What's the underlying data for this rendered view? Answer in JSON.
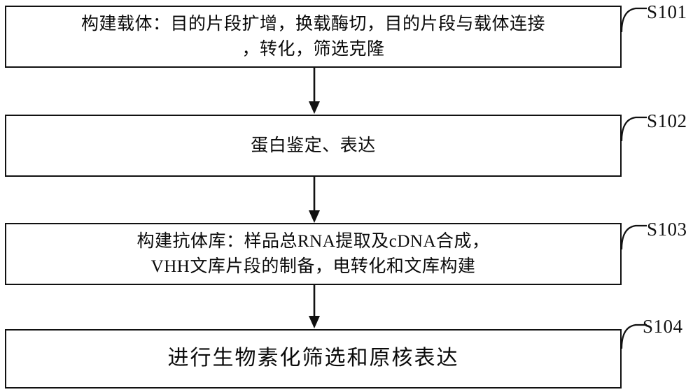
{
  "diagram": {
    "type": "flowchart",
    "orientation": "vertical",
    "background_color": "#ffffff",
    "line_color": "#111111",
    "text_color": "#0a0a0a",
    "steps": [
      {
        "id": "S101",
        "label": "S101",
        "text": "构建载体：目的片段扩增，换载酶切，目的片段与载体连接\n，转化，筛选克隆",
        "lines": [
          "构建载体：目的片段扩增，换载酶切，目的片段与载体连接",
          "，转化，筛选克隆"
        ]
      },
      {
        "id": "S102",
        "label": "S102",
        "text": "蛋白鉴定、表达",
        "lines": [
          "蛋白鉴定、表达"
        ]
      },
      {
        "id": "S103",
        "label": "S103",
        "text": "构建抗体库：样品总RNA提取及cDNA合成，\nVHH文库片段的制备，电转化和文库构建",
        "lines": [
          "构建抗体库：样品总RNA提取及cDNA合成，",
          "VHH文库片段的制备，电转化和文库构建"
        ]
      },
      {
        "id": "S104",
        "label": "S104",
        "text": "进行生物素化筛选和原核表达",
        "lines": [
          "进行生物素化筛选和原核表达"
        ]
      }
    ],
    "connectors": [
      {
        "from": "S101",
        "to": "S102",
        "style": "solid-arrow-down"
      },
      {
        "from": "S102",
        "to": "S103",
        "style": "solid-arrow-down"
      },
      {
        "from": "S103",
        "to": "S104",
        "style": "solid-arrow-down"
      }
    ],
    "leaders": [
      {
        "for": "S101",
        "style": "curved-hook"
      },
      {
        "for": "S102",
        "style": "curved-hook"
      },
      {
        "for": "S103",
        "style": "curved-hook"
      },
      {
        "for": "S104",
        "style": "curved-hook"
      }
    ]
  }
}
